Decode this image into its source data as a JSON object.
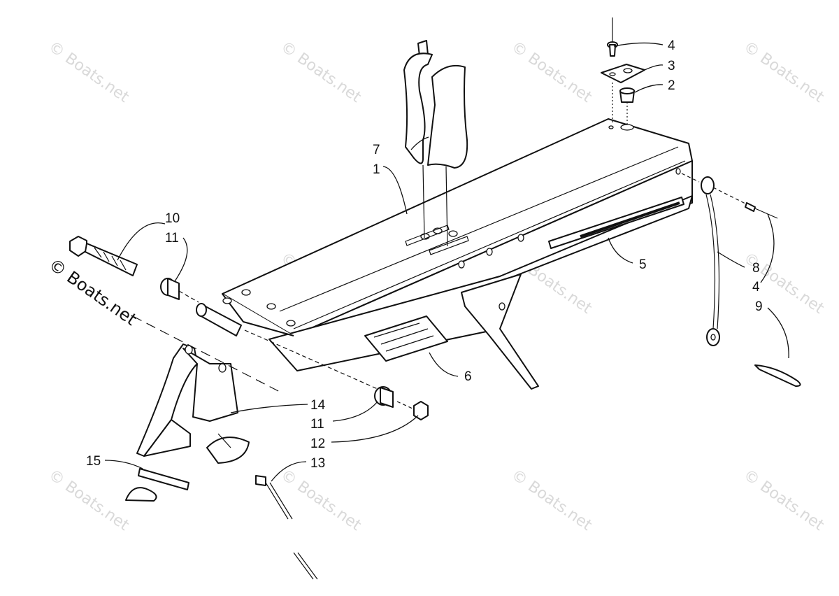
{
  "watermark": {
    "text": "© Boats.net",
    "color": "#d9d9d9",
    "main_color": "#111111"
  },
  "callouts": {
    "c1": "1",
    "c2": "2",
    "c3": "3",
    "c4a": "4",
    "c4b": "4",
    "c5": "5",
    "c6": "6",
    "c7": "7",
    "c8": "8",
    "c9": "9",
    "c10": "10",
    "c11a": "11",
    "c11b": "11",
    "c12": "12",
    "c13": "13",
    "c14": "14",
    "c15": "15"
  }
}
